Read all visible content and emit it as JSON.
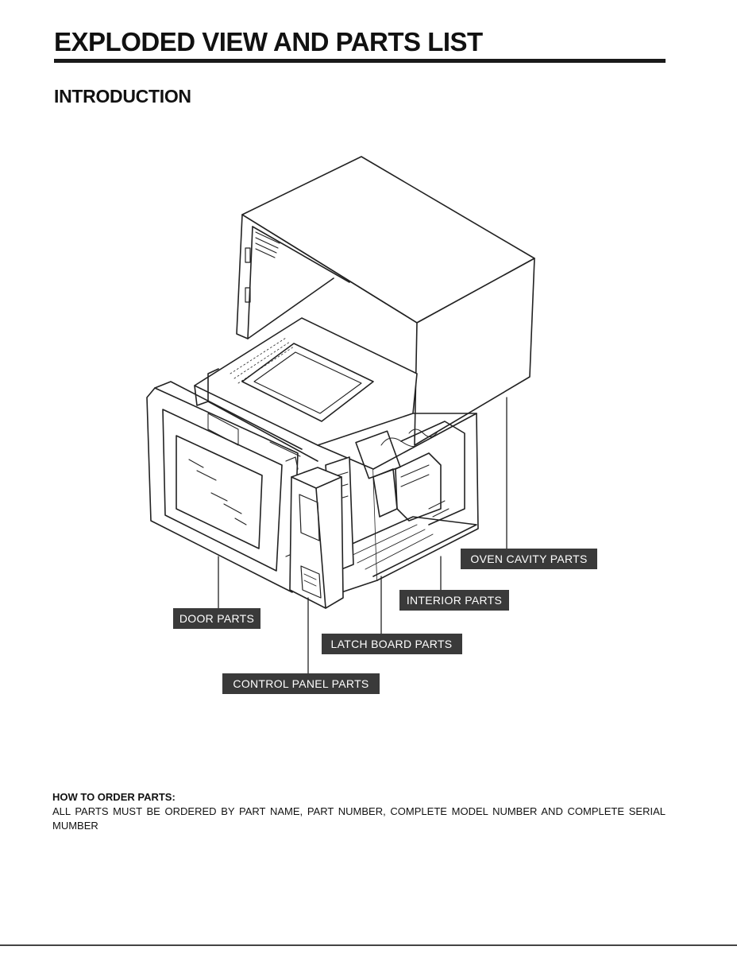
{
  "document": {
    "title": "EXPLODED VIEW AND PARTS LIST",
    "section_title": "INTRODUCTION"
  },
  "diagram": {
    "callouts": {
      "oven_cavity": "OVEN CAVITY PARTS",
      "interior": "INTERIOR PARTS",
      "door": "DOOR PARTS",
      "latch_board": "LATCH BOARD PARTS",
      "control_panel": "CONTROL PANEL PARTS"
    },
    "colors": {
      "label_background": "#3a3a3a",
      "label_text": "#ffffff",
      "line_art": "#222222"
    }
  },
  "ordering": {
    "heading": "HOW TO ORDER PARTS:",
    "text": "ALL PARTS MUST BE ORDERED BY PART NAME, PART NUMBER, COMPLETE MODEL NUMBER AND COMPLETE SERIAL MUMBER"
  }
}
